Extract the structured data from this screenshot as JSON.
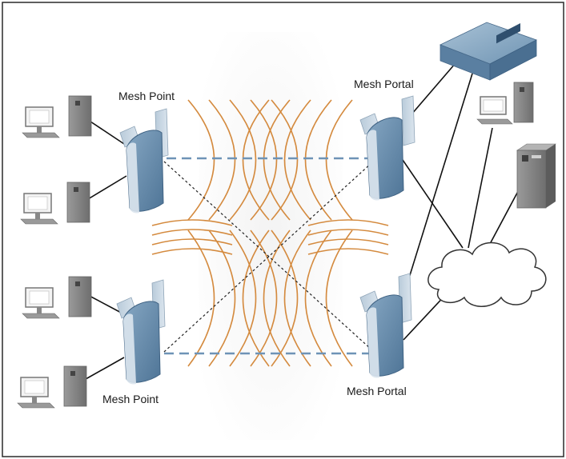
{
  "labels": {
    "mesh_point_top": "Mesh Point",
    "mesh_portal_top": "Mesh Portal",
    "mesh_point_bottom": "Mesh Point",
    "mesh_portal_bottom": "Mesh Portal"
  },
  "colors": {
    "frame": "#2a2a2a",
    "ap_body": "#5f86a8",
    "ap_face": "#c9d7e3",
    "wireless_link": "#6e93b6",
    "radio_waves": "#d48a3e",
    "wire": "#111111",
    "computer_gray": "#8a8a8a",
    "server_box": "#6a8fb0",
    "cloud_stroke": "#333333"
  },
  "icons": [
    "desktop-computer-icon",
    "access-point-icon",
    "network-switch-icon",
    "tower-server-icon",
    "cloud-icon"
  ]
}
